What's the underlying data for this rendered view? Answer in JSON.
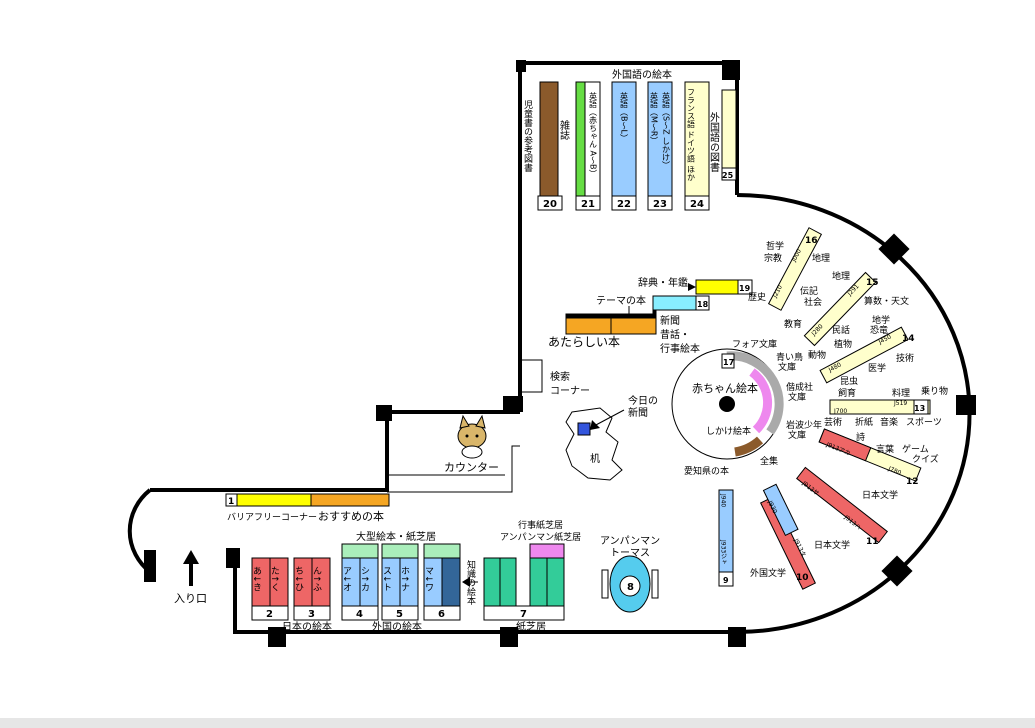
{
  "colors": {
    "yellow": "#ffff00",
    "orange": "#f5a623",
    "brown": "#8b5a2b",
    "green": "#66dd44",
    "blue": "#99ccff",
    "cream": "#ffffcc",
    "cyan": "#88eeff",
    "pink": "#ff99cc",
    "red": "#ee6666",
    "teal": "#33cc99",
    "lightgreen": "#aaeebb",
    "navy": "#336699",
    "lavender": "#ee88ee"
  },
  "labels": {
    "foreign_picture_books": "外国語の絵本",
    "children_reference": "児童書の参考図書",
    "magazine": "雑誌",
    "english_baby": "英語（赤ちゃん A～B）",
    "english_bl": "英語（B～L）",
    "english_mr": "英語（M～R）",
    "english_sz": "英語（S～Z しかけ）",
    "french_german": "フランス語 ドイツ語 ほか",
    "foreign_books": "外国語の図書",
    "dictionary": "辞典・年鑑",
    "theme_books": "テーマの本",
    "newspaper": "新聞",
    "old_tales": "昔話・",
    "event_picture_books": "行事絵本",
    "new_books": "あたらしい本",
    "search_corner_1": "検索",
    "search_corner_2": "コーナー",
    "todays_newspaper_1": "今日の",
    "todays_newspaper_2": "新聞",
    "desk": "机",
    "counter": "カウンター",
    "barrier_free": "バリアフリーコーナー",
    "recommended": "おすすめの本",
    "entrance": "入り口",
    "large_picture_books": "大型絵本・紙芝居",
    "japanese_picture_books": "日本の絵本",
    "foreign_picture_books_bottom": "外国の絵本",
    "knowledge_picture_books": "知識の絵本",
    "event_kamishibai": "行事紙芝居",
    "anpanman_kamishibai": "アンパンマン紙芝居",
    "kamishibai": "紙芝居",
    "anpanman_1": "アンパンマン",
    "anpanman_2": "トーマス",
    "baby_picture_books": "赤ちゃん絵本",
    "shikake_picture_books": "しかけ絵本",
    "four_bunko": "フォア文庫",
    "aoi_tori_1": "青い鳥",
    "aoi_tori_2": "文庫",
    "kaiseisha_1": "偕成社",
    "kaiseisha_2": "文庫",
    "iwanami_1": "岩波少年",
    "iwanami_2": "文庫",
    "zenshu": "全集",
    "aichi": "愛知県の本",
    "philosophy": "哲学",
    "religion": "宗教",
    "geography": "地理",
    "biography": "伝記",
    "history": "歴史",
    "society": "社会",
    "education": "教育",
    "geography2": "地理",
    "math_astronomy": "算数・天文",
    "geology": "地学",
    "dinosaurs": "恐竜",
    "folklore": "民話",
    "plants": "植物",
    "technology": "技術",
    "animals": "動物",
    "insects": "昆虫",
    "medicine": "医学",
    "breeding": "飼育",
    "cooking": "料理",
    "vehicles": "乗り物",
    "art": "芸術",
    "origami": "折紙",
    "music": "音楽",
    "sports": "スポーツ",
    "poetry": "詩",
    "language": "言葉",
    "games_1": "ゲーム",
    "games_2": "クイズ",
    "japanese_literature": "日本文学",
    "japanese_literature2": "日本文学",
    "foreign_literature": "外国文学",
    "a_ki": "あ↓き",
    "ta_ku": "た↑く",
    "chi_hi": "ち↓ひ",
    "n_fu": "ん↑ふ",
    "a_o": "ア↓オ",
    "shi_ka": "シ↑カ",
    "su_to": "ス↓ト",
    "ho_na": "ホ↑ナ",
    "ma_wa": "マ↓ワ"
  },
  "shelf_numbers": {
    "n1": "1",
    "n2": "2",
    "n3": "3",
    "n4": "4",
    "n5": "5",
    "n6": "6",
    "n7": "7",
    "n8": "8",
    "n9": "9",
    "n10": "10",
    "n11": "11",
    "n12": "12",
    "n13": "13",
    "n14": "14",
    "n15": "15",
    "n16": "16",
    "n17": "17",
    "n18": "18",
    "n19": "19",
    "n20": "20",
    "n21": "21",
    "n22": "22",
    "n23": "23",
    "n24": "24",
    "n25": "25"
  },
  "codes": {
    "j000": "J000",
    "j210": "J210",
    "j280": "J280",
    "j291": "J291",
    "j450": "J450",
    "j480": "J480",
    "j519": "J519",
    "j700": "J700",
    "j780": "J780",
    "j913aka": "J913アカ",
    "j913sa": "J913サ",
    "j913ta": "J913タ",
    "j913ha": "J913ハ",
    "j930": "J930",
    "j940": "J940",
    "j933ja": "J933ジャ"
  },
  "icons": {
    "cat": "cat-mascot-icon",
    "arrow": "up-arrow-icon"
  }
}
